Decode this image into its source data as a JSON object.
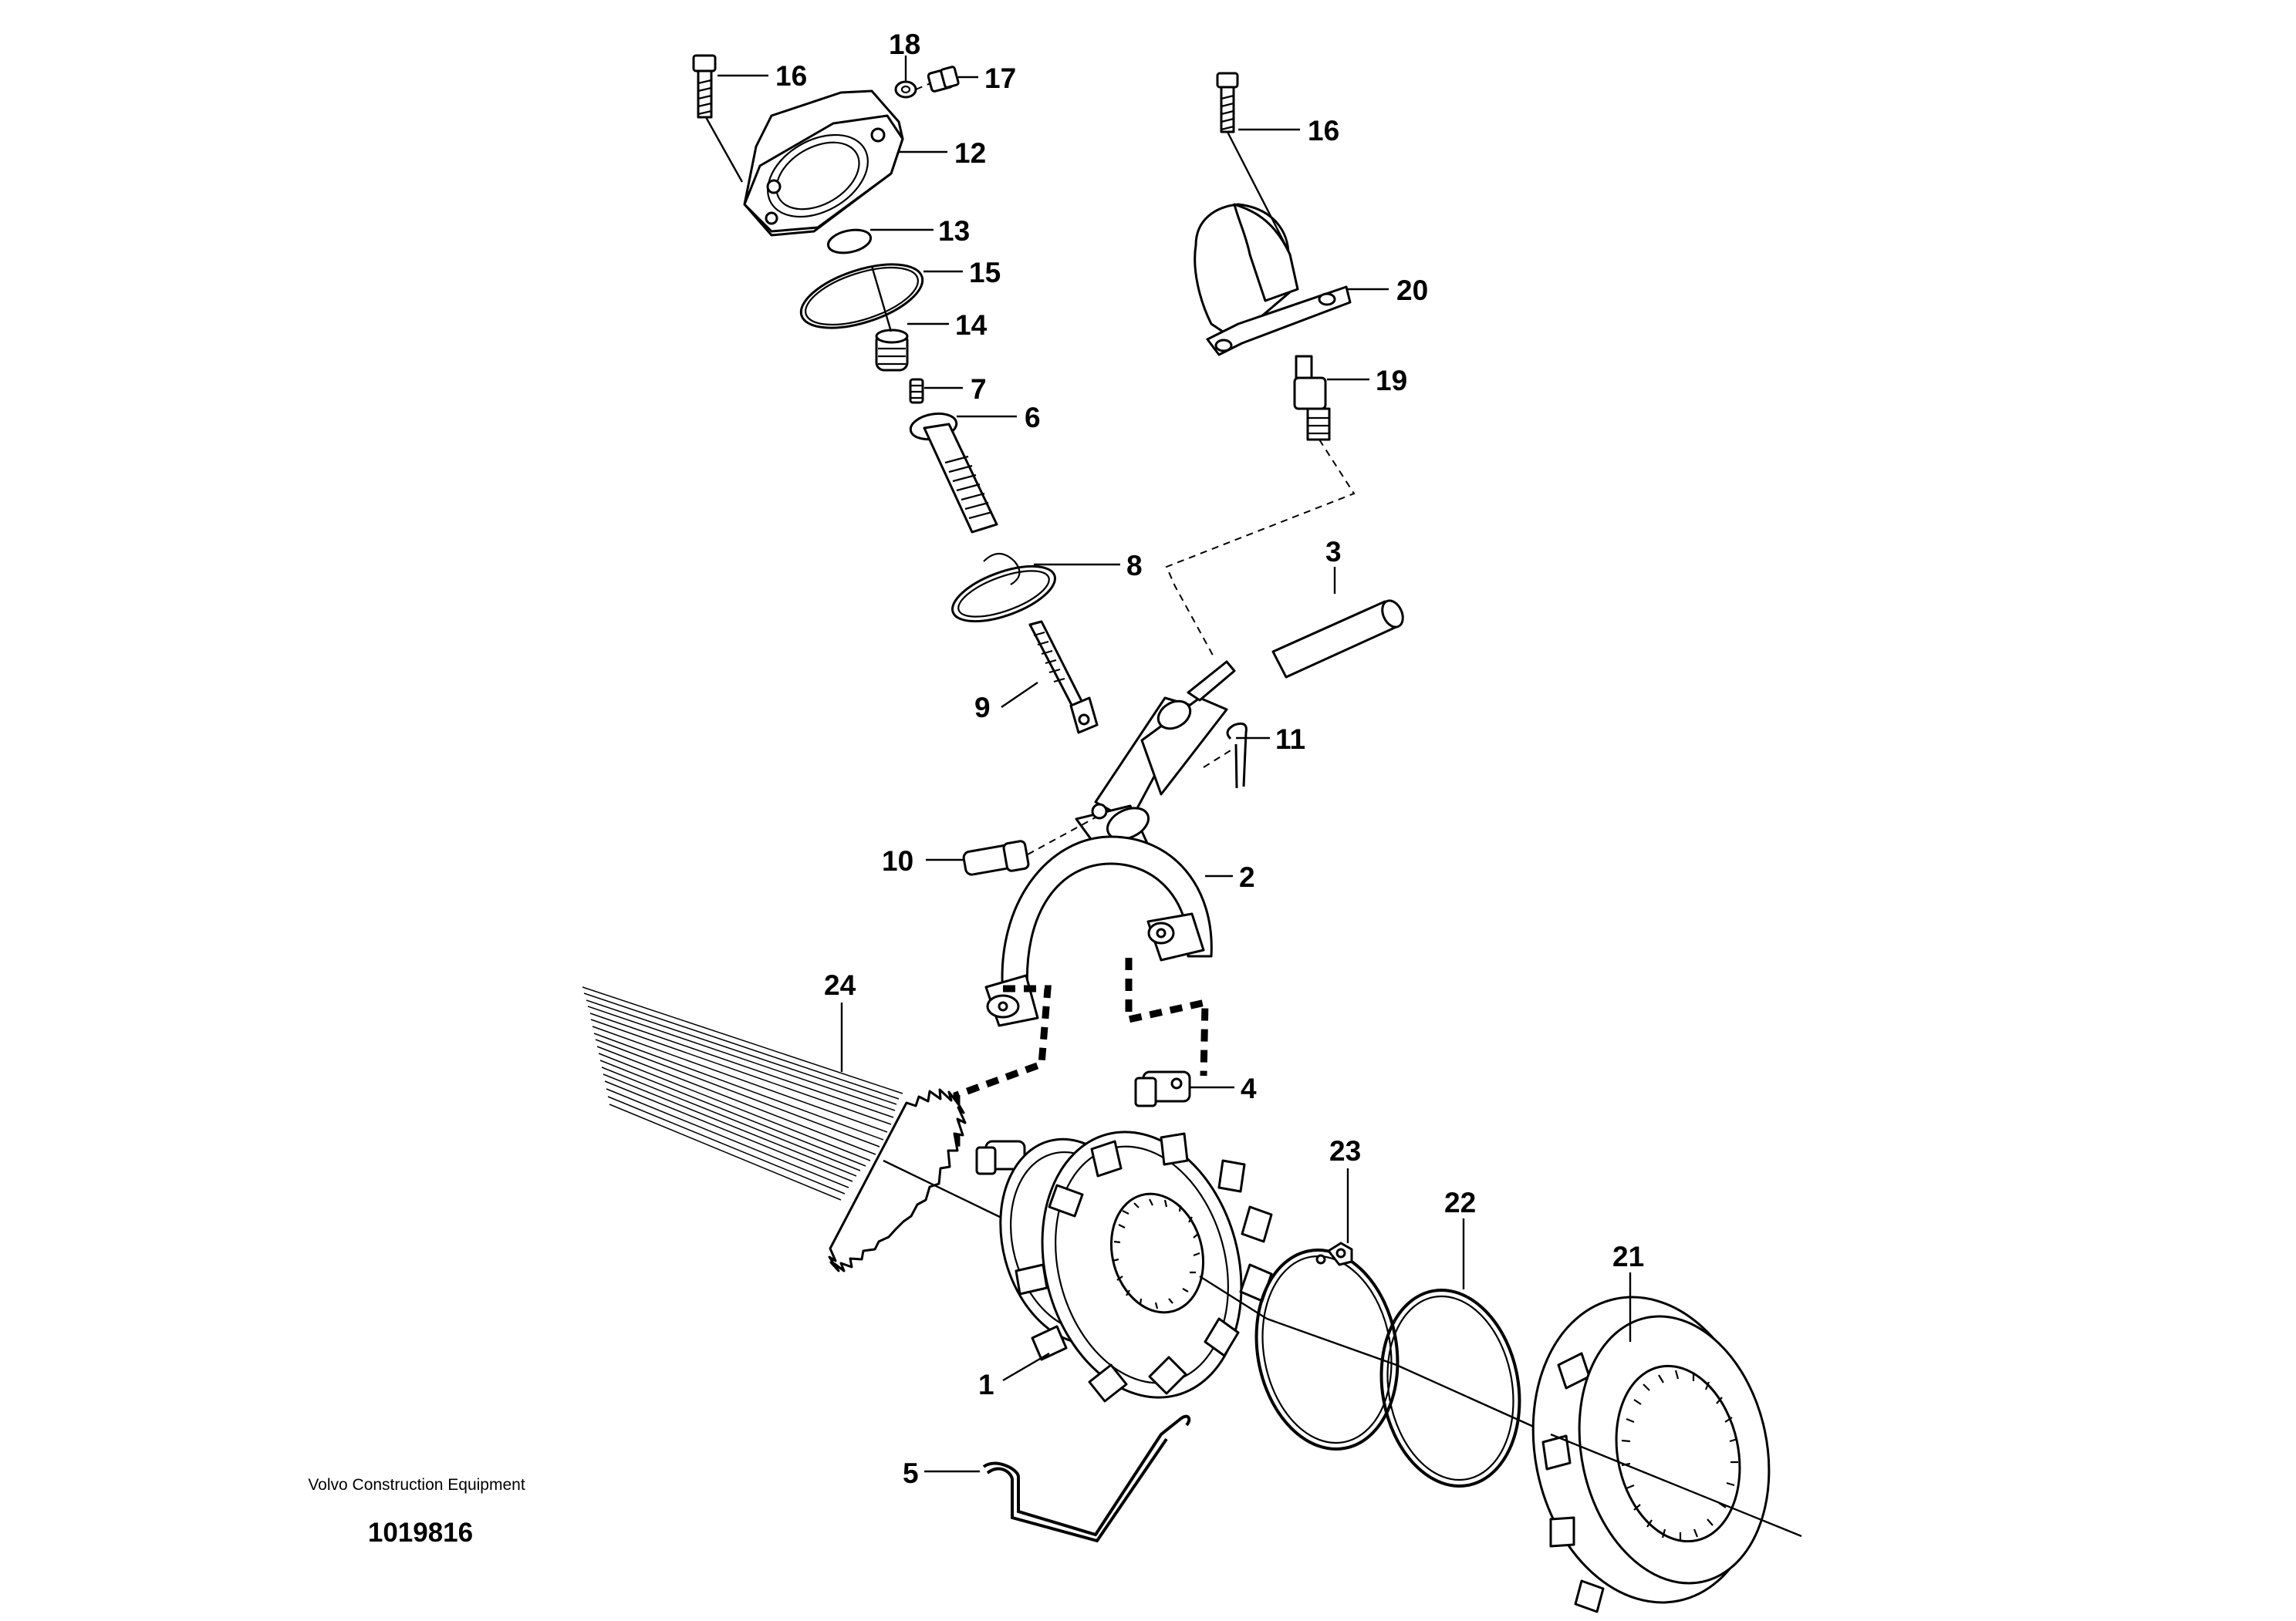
{
  "diagram": {
    "callouts": {
      "c1": "1",
      "c2": "2",
      "c3": "3",
      "c4": "4",
      "c5": "5",
      "c6": "6",
      "c7": "7",
      "c8": "8",
      "c9": "9",
      "c10": "10",
      "c11": "11",
      "c12": "12",
      "c13": "13",
      "c14": "14",
      "c15": "15",
      "c16a": "16",
      "c16b": "16",
      "c17": "17",
      "c18": "18",
      "c19": "19",
      "c20": "20",
      "c21": "21",
      "c22": "22",
      "c23": "23",
      "c24": "24"
    },
    "footer": {
      "manufacturer": "Volvo Construction Equipment",
      "drawing_number": "1019816"
    }
  }
}
